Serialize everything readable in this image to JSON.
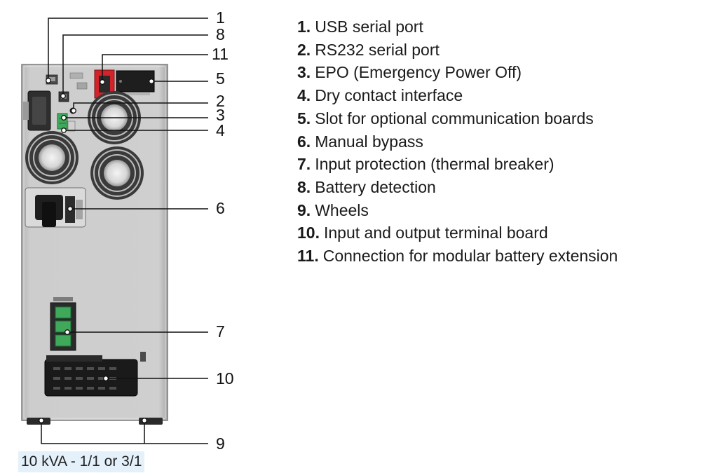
{
  "diagram": {
    "caption": "10 kVA - 1/1 or 3/1",
    "callout_numbers": [
      "1",
      "8",
      "11",
      "5",
      "2",
      "3",
      "4",
      "6",
      "7",
      "10",
      "9"
    ],
    "legend": [
      {
        "num": "1.",
        "text": "USB serial port"
      },
      {
        "num": "2.",
        "text": "RS232 serial port"
      },
      {
        "num": "3.",
        "text": "EPO (Emergency Power Off)"
      },
      {
        "num": "4.",
        "text": "Dry contact interface"
      },
      {
        "num": "5.",
        "text": "Slot for optional communication boards"
      },
      {
        "num": "6.",
        "text": "Manual bypass"
      },
      {
        "num": "7.",
        "text": "Input protection (thermal breaker)"
      },
      {
        "num": "8.",
        "text": "Battery detection"
      },
      {
        "num": "9.",
        "text": "Wheels"
      },
      {
        "num": "10.",
        "text": "Input and output terminal board"
      },
      {
        "num": "11.",
        "text": "Connection for modular battery extension"
      }
    ],
    "colors": {
      "panel": "#c9c9c9",
      "panel_edge": "#8a8a8a",
      "fan": "#3a3a3a",
      "terminal_green": "#3fa85a",
      "battery_red": "#d2232a",
      "caption_bg": "#e4f1fa"
    }
  }
}
